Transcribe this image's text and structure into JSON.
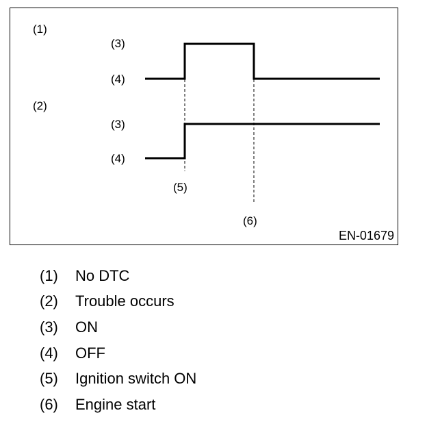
{
  "figure": {
    "figure_id": "EN-01679",
    "labels": {
      "l1": "(1)",
      "l2": "(2)",
      "l3a": "(3)",
      "l4a": "(4)",
      "l3b": "(3)",
      "l4b": "(4)",
      "l5": "(5)",
      "l6": "(6)"
    }
  },
  "legend": [
    {
      "num": "(1)",
      "text": "No DTC"
    },
    {
      "num": "(2)",
      "text": "Trouble occurs"
    },
    {
      "num": "(3)",
      "text": "ON"
    },
    {
      "num": "(4)",
      "text": "OFF"
    },
    {
      "num": "(5)",
      "text": "Ignition switch ON"
    },
    {
      "num": "(6)",
      "text": "Engine start"
    }
  ],
  "colors": {
    "line": "#000000",
    "background": "#ffffff"
  }
}
